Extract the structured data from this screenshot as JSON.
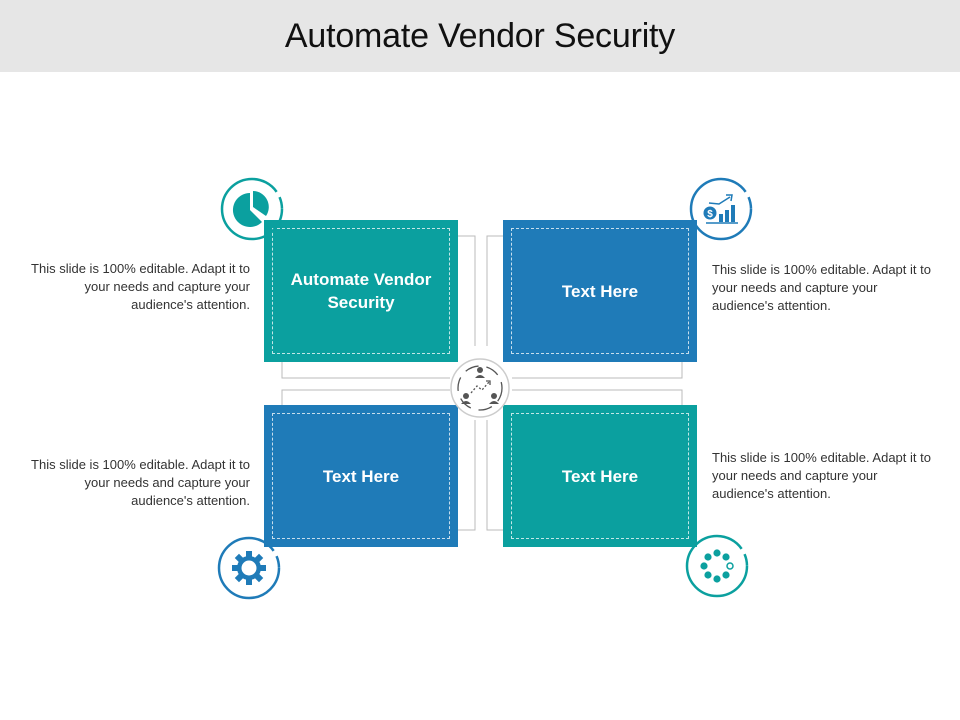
{
  "slide": {
    "title": "Automate Vendor Security"
  },
  "boxes": [
    {
      "label": "Automate Vendor Security",
      "color": "#0ba09f"
    },
    {
      "label": "Text Here",
      "color": "#1f7bb8"
    },
    {
      "label": "Text Here",
      "color": "#1f7bb8"
    },
    {
      "label": "Text Here",
      "color": "#0ba09f"
    }
  ],
  "descriptions": [
    "This slide is 100% editable. Adapt it to your needs and capture your audience's attention.",
    "This slide is 100% editable. Adapt it to your needs and capture your audience's attention.",
    "This slide is 100% editable. Adapt it to your needs and capture your audience's attention.",
    "This slide is 100% editable. Adapt it to your needs and capture your audience's attention."
  ],
  "icons": {
    "top_left": "pie-chart-icon",
    "top_right": "dollar-growth-chart-icon",
    "bottom_left": "gear-icon",
    "bottom_right": "dots-circle-icon",
    "center": "team-network-icon"
  },
  "colors": {
    "teal": "#0ba09f",
    "blue": "#1f7bb8",
    "title_bar": "#e6e6e6"
  }
}
